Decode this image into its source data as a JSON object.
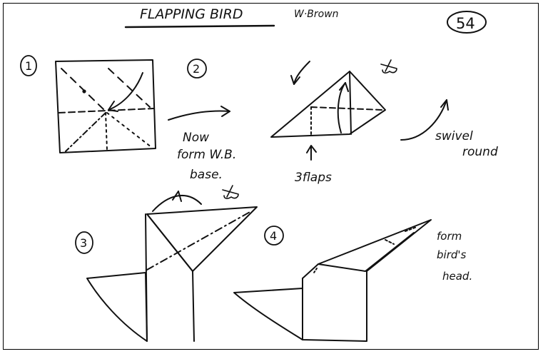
{
  "header": {
    "title": "FLAPPING BIRD",
    "author": "W·Brown",
    "page_number": "54"
  },
  "steps": [
    {
      "number": "1"
    },
    {
      "number": "2",
      "note_lines": [
        "Now",
        "form W.B.",
        "base."
      ],
      "flaps_label": "3flaps",
      "swivel_lines": [
        "swivel",
        "round"
      ]
    },
    {
      "number": "3"
    },
    {
      "number": "4",
      "note_lines": [
        "form",
        "bird's",
        "head."
      ]
    }
  ],
  "colors": {
    "ink": "#111111",
    "paper": "#ffffff"
  }
}
